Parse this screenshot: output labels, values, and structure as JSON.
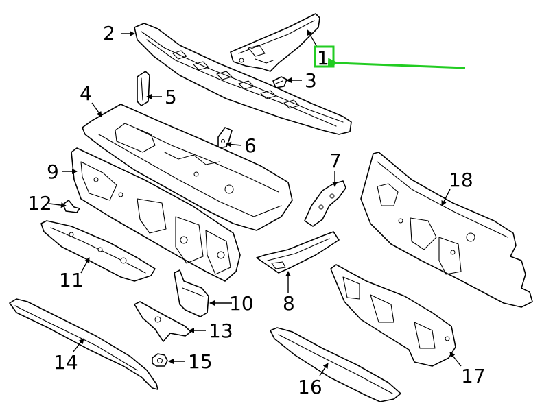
{
  "callouts": {
    "c1": "1",
    "c2": "2",
    "c3": "3",
    "c4": "4",
    "c5": "5",
    "c6": "6",
    "c7": "7",
    "c8": "8",
    "c9": "9",
    "c10": "10",
    "c11": "11",
    "c12": "12",
    "c13": "13",
    "c14": "14",
    "c15": "15",
    "c16": "16",
    "c17": "17",
    "c18": "18"
  },
  "highlight": {
    "target": "1",
    "box_color": "#22cc22",
    "arrow_color": "#22cc22"
  }
}
